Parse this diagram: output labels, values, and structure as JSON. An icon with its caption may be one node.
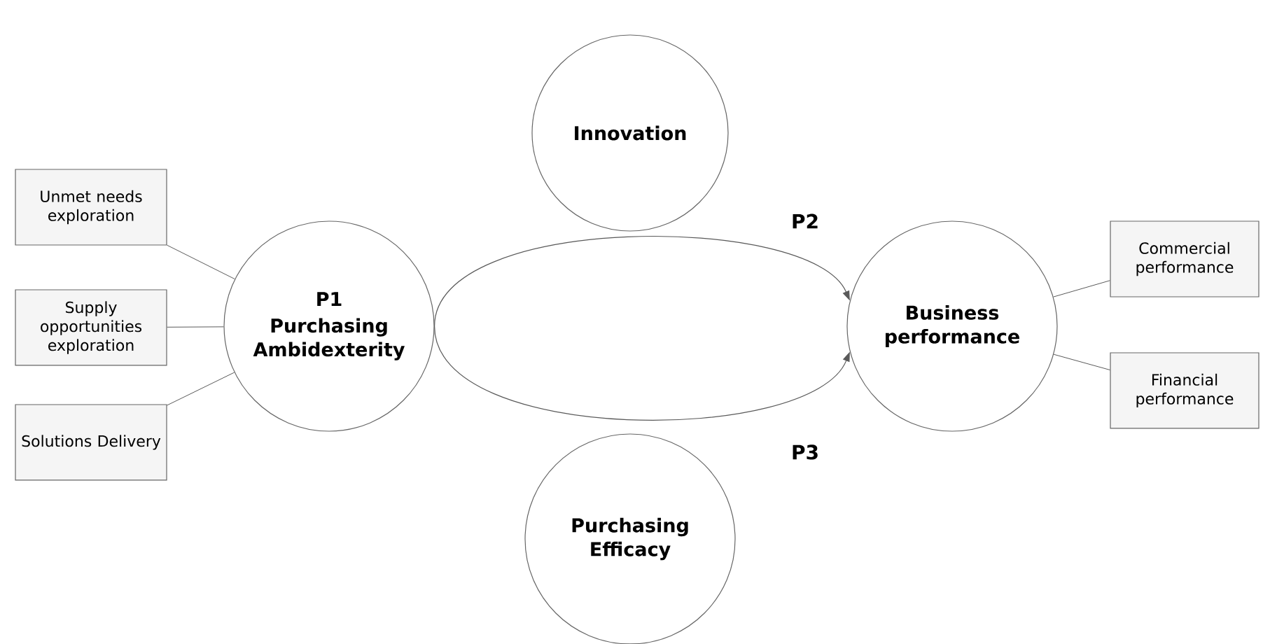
{
  "diagram": {
    "nodes": [
      {
        "text": [
          "Unmet needs exploration"
        ]
      },
      {
        "text": [
          "Supply opportunities exploration"
        ]
      },
      {
        "text": [
          "Solutions Delivery"
        ]
      },
      {
        "text": [
          "P1",
          "Purchasing Ambidexterity"
        ]
      },
      {
        "text": [
          "Innovation"
        ]
      },
      {
        "text": [
          "Purchasing Efficacy"
        ]
      },
      {
        "text": [
          "Business performance"
        ]
      },
      {
        "text": [
          "Commercial performance"
        ]
      },
      {
        "text": [
          "Financial performance"
        ]
      }
    ],
    "edges": [
      {
        "from": 0,
        "to": 3,
        "arrow": "none"
      },
      {
        "from": 1,
        "to": 3,
        "arrow": "none"
      },
      {
        "from": 2,
        "to": 3,
        "arrow": "none"
      },
      {
        "from": 3,
        "to": 6,
        "arrow": "to",
        "label": "P2"
      },
      {
        "from": 3,
        "to": 6,
        "arrow": "to",
        "label": "P3"
      },
      {
        "from": 6,
        "to": 7,
        "arrow": "none"
      },
      {
        "from": 6,
        "to": 8,
        "arrow": "none"
      }
    ]
  }
}
